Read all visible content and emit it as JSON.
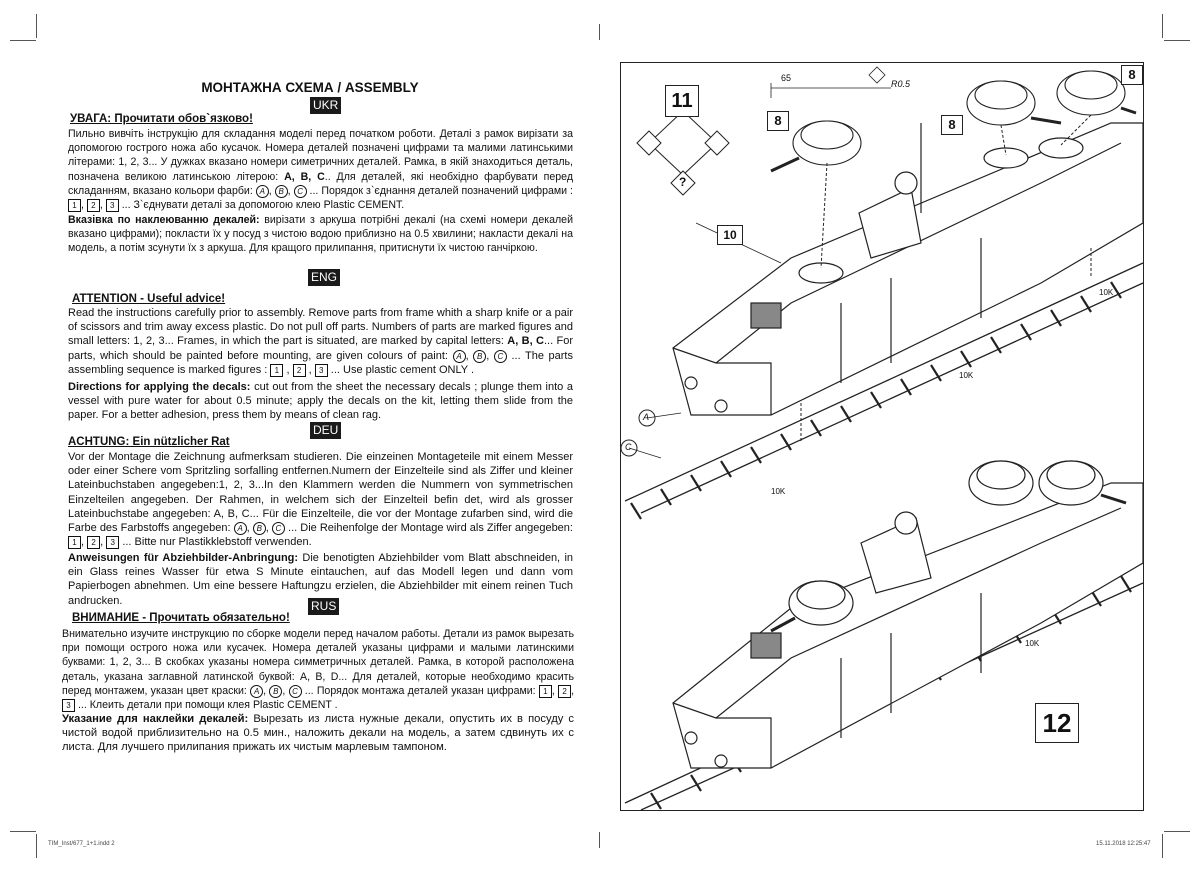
{
  "page": {
    "title": "МОНТАЖНА СХЕМА / ASSEMBLY",
    "footer_left": "TIM_Inst/677_1+1.indd   2",
    "footer_right": "15.11.2018   12:25:47"
  },
  "ukr": {
    "tag": "UKR",
    "heading": "УВАГА: Прочитати обов`язково!",
    "p1": "Пильно вивчіть інструкцію для складання моделі перед початком роботи. Деталі з рамок вирізати за допомогою гострого ножа або кусачок. Номера деталей позначені цифрами та малими латинськими літерами: 1, 2, 3... У дужках вказано номери симетричних деталей. Рамка, в якій знаходиться деталь, позначена великою латинською літерою:",
    "letters": "A, B, C",
    "p1b": ".. Для деталей, які необхідно фарбувати перед складанням, вказано кольори фарби:",
    "p1c": "... Порядок з`єднання деталей позначений цифрами :",
    "p1d": "... З`єднувати деталі за допомогою клею Plastic CEMENT.",
    "decal_heading": "Вказівка по наклеюванню декалей:",
    "p2": "вирізати з аркуша потрібні декалі (на схемі номери декалей вказано цифрами); покласти їх у посуд з чистою водою приблизно на 0.5 хвилини; накласти декалі на модель, а потім зсунути їх з аркуша. Для кращого прилипання, притиснути їх чистою ганчіркою."
  },
  "eng": {
    "tag": "ENG",
    "heading": "ATTENTION - Useful advice!",
    "p1": "Read the instructions carefully prior to assembly. Remove parts from frame whith a sharp knife or a pair of scissors and trim away excess plastic. Do not pull off parts. Numbers of parts are marked figures and small letters: 1, 2, 3... Frames, in which the part is situated, are marked by capital letters:",
    "letters": "A, B, C",
    "p1b": "... For parts, which should be painted before mounting, are given colours of paint:",
    "p1c": "... The parts assembling sequence is marked figures :",
    "p1d": "... Use plastic cement ONLY .",
    "decal_heading": "Directions for applying the decals:",
    "p2": "cut out from the sheet the necessary decals ; plunge them into a vessel with pure water for about 0.5 minute; apply the decals on the kit, letting them slide from the paper. For a better adhesion, press them by means of clean rag."
  },
  "deu": {
    "tag": "DEU",
    "heading": "ACHTUNG: Ein nützlicher Rat",
    "p1": "Vor der Montage die Zeichnung aufmerksam studieren. Die einzeinen Montageteile mit einem Messer oder einer Schere vom Spritzling sorfalling entfernen.Numern der Einzelteile sind als Ziffer und kleiner Lateinbuchstaben angegeben:1, 2, 3...In den Klammern werden die Nummern von symmetrischen Einzelteilen angegeben. Der Rahmen, in welchem sich der Einzelteil befin det, wird als grosser Lateinbuchstabe angegeben: A, B, C... Für die Einzelteile, die vor der Montage zufarben sind, wird die Farbe des Farbstoffs angegeben:",
    "p1c": "... Die Reihenfolge der Montage wird als Ziffer angegeben:",
    "p1d": "... Bitte nur Plastikklebstoff verwenden.",
    "decal_heading": "Anweisungen für Abziehbilder-Anbringung:",
    "p2": "Die benotigten Abziehbilder vom Blatt abschneiden, in ein Glass reines Wasser für etwa S Minute eintauchen, auf das Modell legen und dann vom Papierbogen abnehmen. Um eine bessere Haftungzu erzielen, die Abziehbilder mit einem reinen Tuch andrucken."
  },
  "rus": {
    "tag": "RUS",
    "heading": "ВНИМАНИЕ - Прочитать обязательно!",
    "p1": "Внимательно изучите инструкцию по сборке модели перед началом работы. Детали из рамок вырезать при помощи острого ножа или кусачек. Номера деталей указаны цифрами и малыми латинскими буквами: 1, 2, 3... В скобках указаны номера симметричных деталей. Рамка, в которой расположена деталь, указана заглавной латинской буквой: A, B, D... Для деталей, которые необходимо красить перед монтажем, указан цвет краски:",
    "p1c": "... Порядок монтажа деталей указан цифрами:",
    "p1d": "... Клеить детали при помощи клея Plastic CEMENT .",
    "decal_heading": "Указание для наклейки декалей:",
    "p2": "Вырезать из листа нужные декали, опустить их в посуду с чистой водой приблизительно на 0.5 мин., наложить декали на модель, а затем сдвинуть их с листа. Для лучшего прилипания прижать их чистым марлевым тампоном."
  },
  "symbols": {
    "paint": [
      "A",
      "B",
      "C"
    ],
    "steps": [
      "1",
      "2",
      "3"
    ]
  },
  "diagram": {
    "step_top": "11",
    "step_main": "12",
    "callout_a": "8",
    "callout_b": "8",
    "callout_c": "8",
    "callout_10": "10",
    "dim_65": "65",
    "dim_r": "R0.5",
    "label_10k_1": "10K",
    "label_10k_2": "10K",
    "label_10k_3": "10K",
    "label_10k_4": "10K",
    "paint_a": "A",
    "paint_c": "C",
    "question": "?"
  }
}
